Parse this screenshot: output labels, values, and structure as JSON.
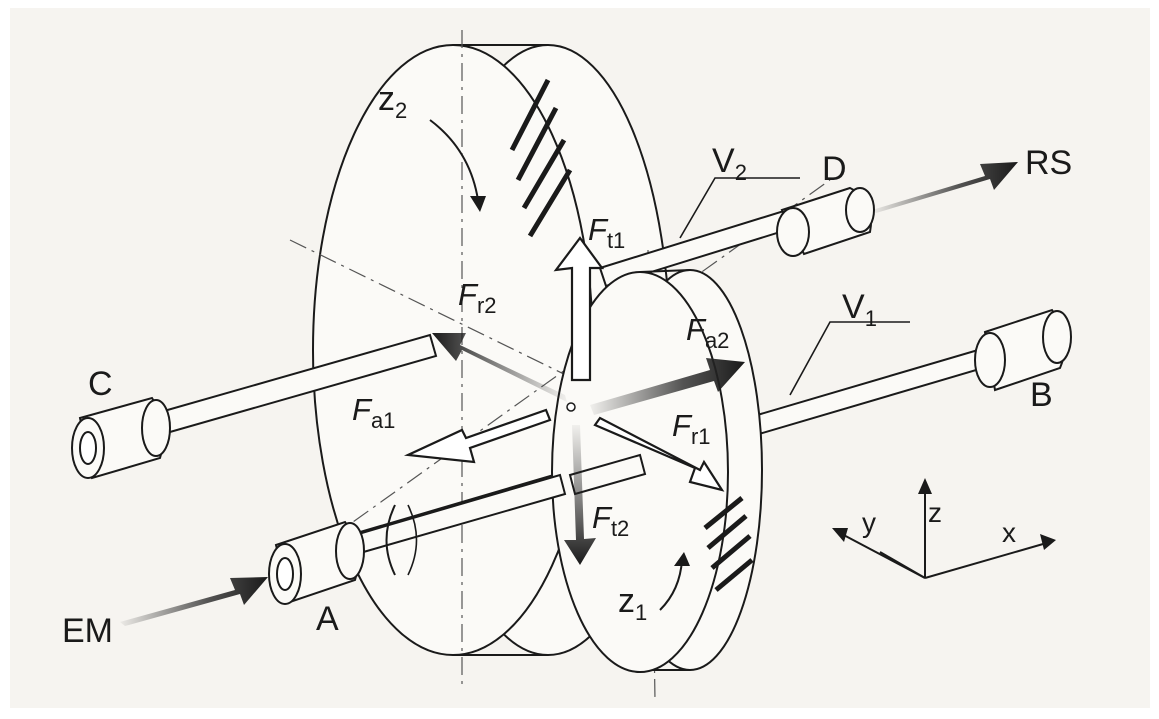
{
  "labels": {
    "input": "EM",
    "output": "RS",
    "bearing_a": "A",
    "bearing_b": "B",
    "bearing_c": "C",
    "bearing_d": "D",
    "shaft_1": {
      "main": "V",
      "sub": "1"
    },
    "shaft_2": {
      "main": "V",
      "sub": "2"
    },
    "gear_1": {
      "main": "z",
      "sub": "1"
    },
    "gear_2": {
      "main": "z",
      "sub": "2"
    }
  },
  "forces": {
    "ft1": {
      "main": "F",
      "sub": "t1"
    },
    "ft2": {
      "main": "F",
      "sub": "t2"
    },
    "fr1": {
      "main": "F",
      "sub": "r1"
    },
    "fr2": {
      "main": "F",
      "sub": "r2"
    },
    "fa1": {
      "main": "F",
      "sub": "a1"
    },
    "fa2": {
      "main": "F",
      "sub": "a2"
    }
  },
  "axes": {
    "x": "x",
    "y": "y",
    "z": "z"
  },
  "colors": {
    "background": "#f6f4f0",
    "line": "#1a1a1a",
    "arrow_dark": "#2a2a2a"
  }
}
